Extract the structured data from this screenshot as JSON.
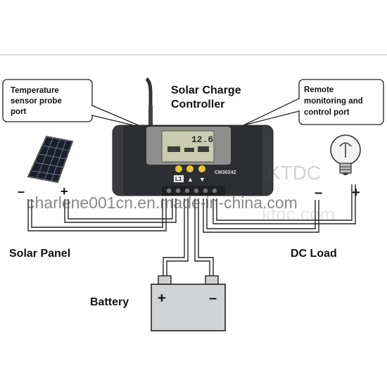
{
  "callouts": {
    "temp_lines": [
      "Temperature",
      "sensor probe",
      "port"
    ],
    "remote_lines": [
      "Remote",
      "monitoring and",
      "control port"
    ]
  },
  "title_lines": [
    "Solar Charge",
    "Controller"
  ],
  "labels": {
    "solar_panel": "Solar Panel",
    "dc_load": "DC Load",
    "battery": "Battery"
  },
  "polarity": {
    "panel_neg": "–",
    "panel_pos": "+",
    "load_neg": "–",
    "load_pos": "+",
    "battery_pos": "+",
    "battery_neg": "–"
  },
  "device": {
    "lcd_value": "12.6",
    "model": "CM3024Z",
    "key_labels": [
      "L1",
      "▲",
      "▼"
    ]
  },
  "watermarks": {
    "brand": "KTDC",
    "site": "charlene001cn.en.made-in-china.com",
    "faint": "ktdc.com"
  }
}
